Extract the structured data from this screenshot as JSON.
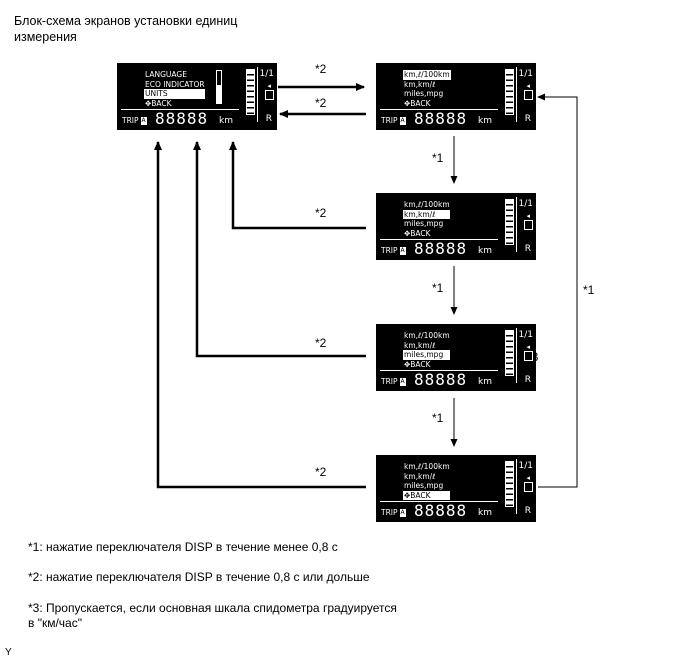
{
  "title": {
    "line1": "Блок-схема экранов установки единиц",
    "line2": "измерения"
  },
  "screens": {
    "main": {
      "menu": [
        "LANGUAGE",
        "ECO INDICATOR",
        "UNITS",
        "✥BACK"
      ],
      "selected_index": 2,
      "trip": "TRIP",
      "trip_badge": "A",
      "odometer": "88888",
      "unit": "km",
      "gauge_top": "1/1",
      "gauge_mid": "◂",
      "gauge_bot": "R",
      "main_bar_level": 0.55
    },
    "s1": {
      "menu": [
        "km,ℓ/100km",
        "km,km/ℓ",
        "miles,mpg",
        "✥BACK"
      ],
      "selected_index": 0,
      "trip": "TRIP",
      "trip_badge": "A",
      "odometer": "88888",
      "unit": "km",
      "gauge_top": "1/1",
      "gauge_mid": "◂",
      "gauge_bot": "R"
    },
    "s2": {
      "menu": [
        "km,ℓ/100km",
        "km,km/ℓ",
        "miles,mpg",
        "✥BACK"
      ],
      "selected_index": 1,
      "trip": "TRIP",
      "trip_badge": "A",
      "odometer": "88888",
      "unit": "km",
      "gauge_top": "1/1",
      "gauge_mid": "◂",
      "gauge_bot": "R"
    },
    "s3": {
      "menu": [
        "km,ℓ/100km",
        "km,km/ℓ",
        "miles,mpg",
        "✥BACK"
      ],
      "selected_index": 2,
      "trip": "TRIP",
      "trip_badge": "A",
      "odometer": "88888",
      "unit": "km",
      "gauge_top": "1/1",
      "gauge_mid": "◂",
      "gauge_bot": "R"
    },
    "s4": {
      "menu": [
        "km,ℓ/100km",
        "km,km/ℓ",
        "miles,mpg",
        "✥BACK"
      ],
      "selected_index": 3,
      "trip": "TRIP",
      "trip_badge": "A",
      "odometer": "88888",
      "unit": "km",
      "gauge_top": "1/1",
      "gauge_mid": "◂",
      "gauge_bot": "R"
    }
  },
  "labels": {
    "star1": "*1",
    "star2": "*2",
    "star3": "*3"
  },
  "notes": {
    "n1": "*1: нажатие переключателя DISP в течение менее 0,8 с",
    "n2": "*2: нажатие переключателя DISP в течение 0,8 с или дольше",
    "n3_line1": "*3: Пропускается, если основная шкала спидометра градуируется",
    "n3_line2": "в \"км/час\""
  },
  "corner": "Y"
}
